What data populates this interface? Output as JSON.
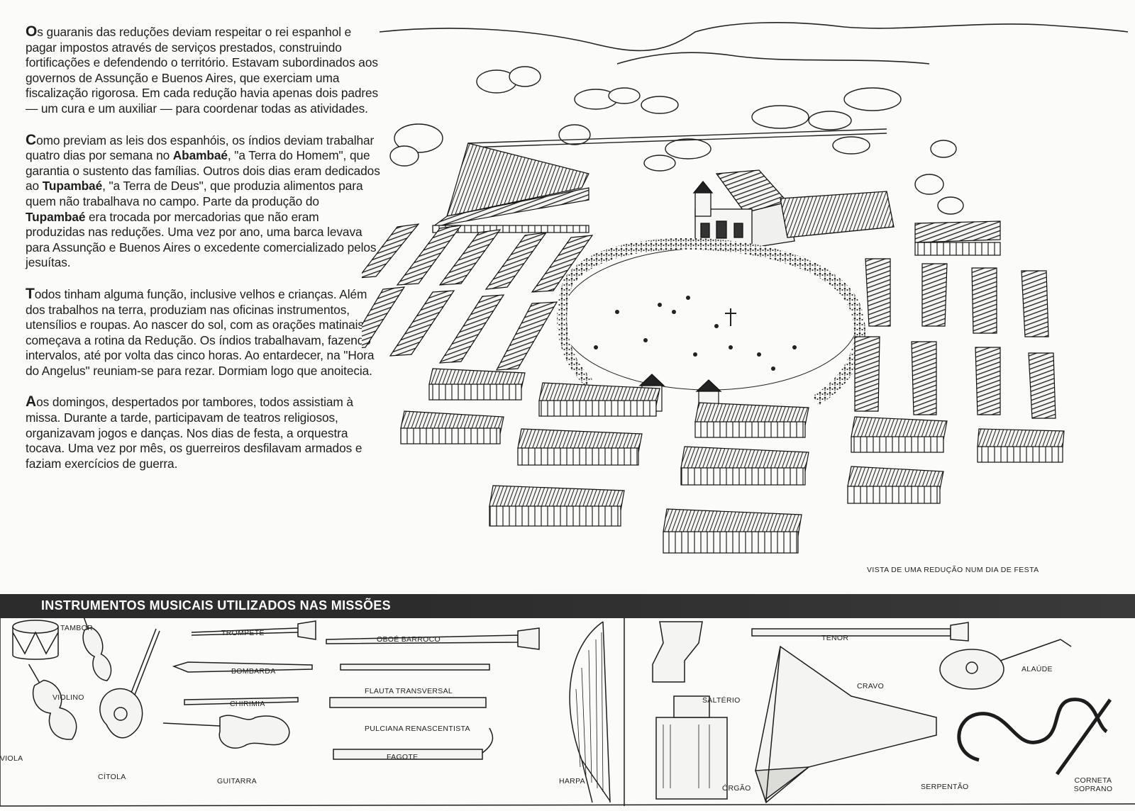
{
  "paragraphs": [
    {
      "initial": "O",
      "parts": [
        {
          "t": "s guaranis das reduções deviam respeitar o rei espanhol e pagar impostos através de serviços prestados, construindo fortificações e defendendo o território. Estavam subordinados aos governos de Assunção e Buenos Aires, que exerciam uma fiscalização rigorosa. Em cada redução havia apenas dois padres — um cura e um auxiliar — para coordenar todas as atividades."
        }
      ]
    },
    {
      "initial": "C",
      "parts": [
        {
          "t": "omo previam as leis dos espanhóis, os índios deviam trabalhar quatro dias por semana no "
        },
        {
          "t": "Abambaé",
          "b": true
        },
        {
          "t": ", \"a Terra do Homem\", que garantia o sustento das famílias. Outros dois dias eram dedicados ao "
        },
        {
          "t": "Tupambaé",
          "b": true
        },
        {
          "t": ", \"a Terra de Deus\", que produzia alimentos para quem não trabalhava no campo. Parte da produção do "
        },
        {
          "t": "Tupambaé",
          "b": true
        },
        {
          "t": " era trocada por mercadorias que não eram produzidas nas reduções. Uma vez por ano, uma barca levava para Assunção e Buenos Aires o excedente comercializado pelos jesuítas."
        }
      ]
    },
    {
      "initial": "T",
      "parts": [
        {
          "t": "odos tinham alguma função, inclusive velhos e crianças. Além dos trabalhos na terra, produziam nas oficinas instrumentos, utensílios e roupas. Ao nascer do sol, com as orações matinais, começava a rotina da Redução. Os índios trabalhavam, fazendo intervalos, até por volta das cinco horas. Ao entardecer, na \"Hora do Angelus\" reuniam-se para rezar. Dormiam logo que anoitecia."
        }
      ]
    },
    {
      "initial": "A",
      "parts": [
        {
          "t": "os domingos, despertados por tambores, todos assistiam à missa. Durante a tarde, participavam de teatros religiosos, organizavam jogos e danças. Nos dias de festa, a orquestra tocava. Uma vez por mês, os guerreiros desfilavam armados e faziam exercícios de guerra."
        }
      ]
    }
  ],
  "scene_caption": "VISTA DE UMA REDUÇÃO NUM DIA DE FESTA",
  "band_title": "INSTRUMENTOS MUSICAIS UTILIZADOS NAS MISSÕES",
  "instruments": {
    "tambor": "TAMBOR",
    "violino": "VIOLINO",
    "viola": "VIOLA",
    "citola": "CÍTOLA",
    "trompete": "TROMPETE",
    "bombarda": "BOMBARDA",
    "chirimia": "CHIRIMIA",
    "guitarra": "GUITARRA",
    "oboe": "OBOÉ BARROCO",
    "flauta": "FLAUTA TRANSVERSAL",
    "pulciana": "PULCIANA RENASCENTISTA",
    "fagote": "FAGOTE",
    "harpa": "HARPA",
    "salterio": "SALTÉRIO",
    "orgao": "ÓRGÃO",
    "tenor": "TENOR",
    "cravo": "CRAVO",
    "alaude": "ALAÚDE",
    "serpentao": "SERPENTÃO",
    "corneta": "CORNETA SOPRANO"
  }
}
